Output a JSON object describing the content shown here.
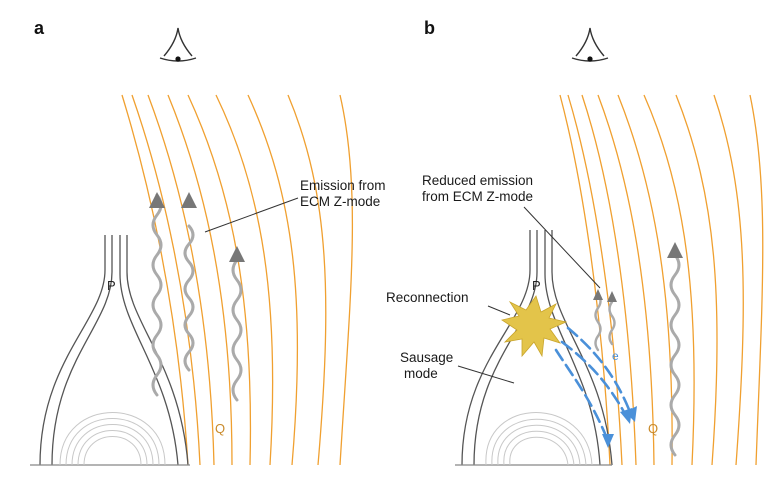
{
  "panel_a": {
    "letter": "a",
    "label_emission": [
      "Emission from",
      "ECM Z-mode"
    ],
    "point_p": "P",
    "point_q": "Q"
  },
  "panel_b": {
    "letter": "b",
    "label_reduced": [
      "Reduced emission",
      "from ECM Z-mode"
    ],
    "label_reconnection": "Reconnection",
    "label_sausage": [
      "Sausage",
      "mode"
    ],
    "point_p": "P",
    "point_q": "Q",
    "electron": "e"
  },
  "colors": {
    "field_line": "#f0a030",
    "loop_line": "#555555",
    "inner_loop": "#c8c8c8",
    "wave": "#aaaaaa",
    "arrow_head": "#777777",
    "burst": "#e3c44a",
    "electron_beam": "#4a90d9"
  },
  "icons": [
    "eye-icon",
    "reconnection-burst-icon"
  ]
}
